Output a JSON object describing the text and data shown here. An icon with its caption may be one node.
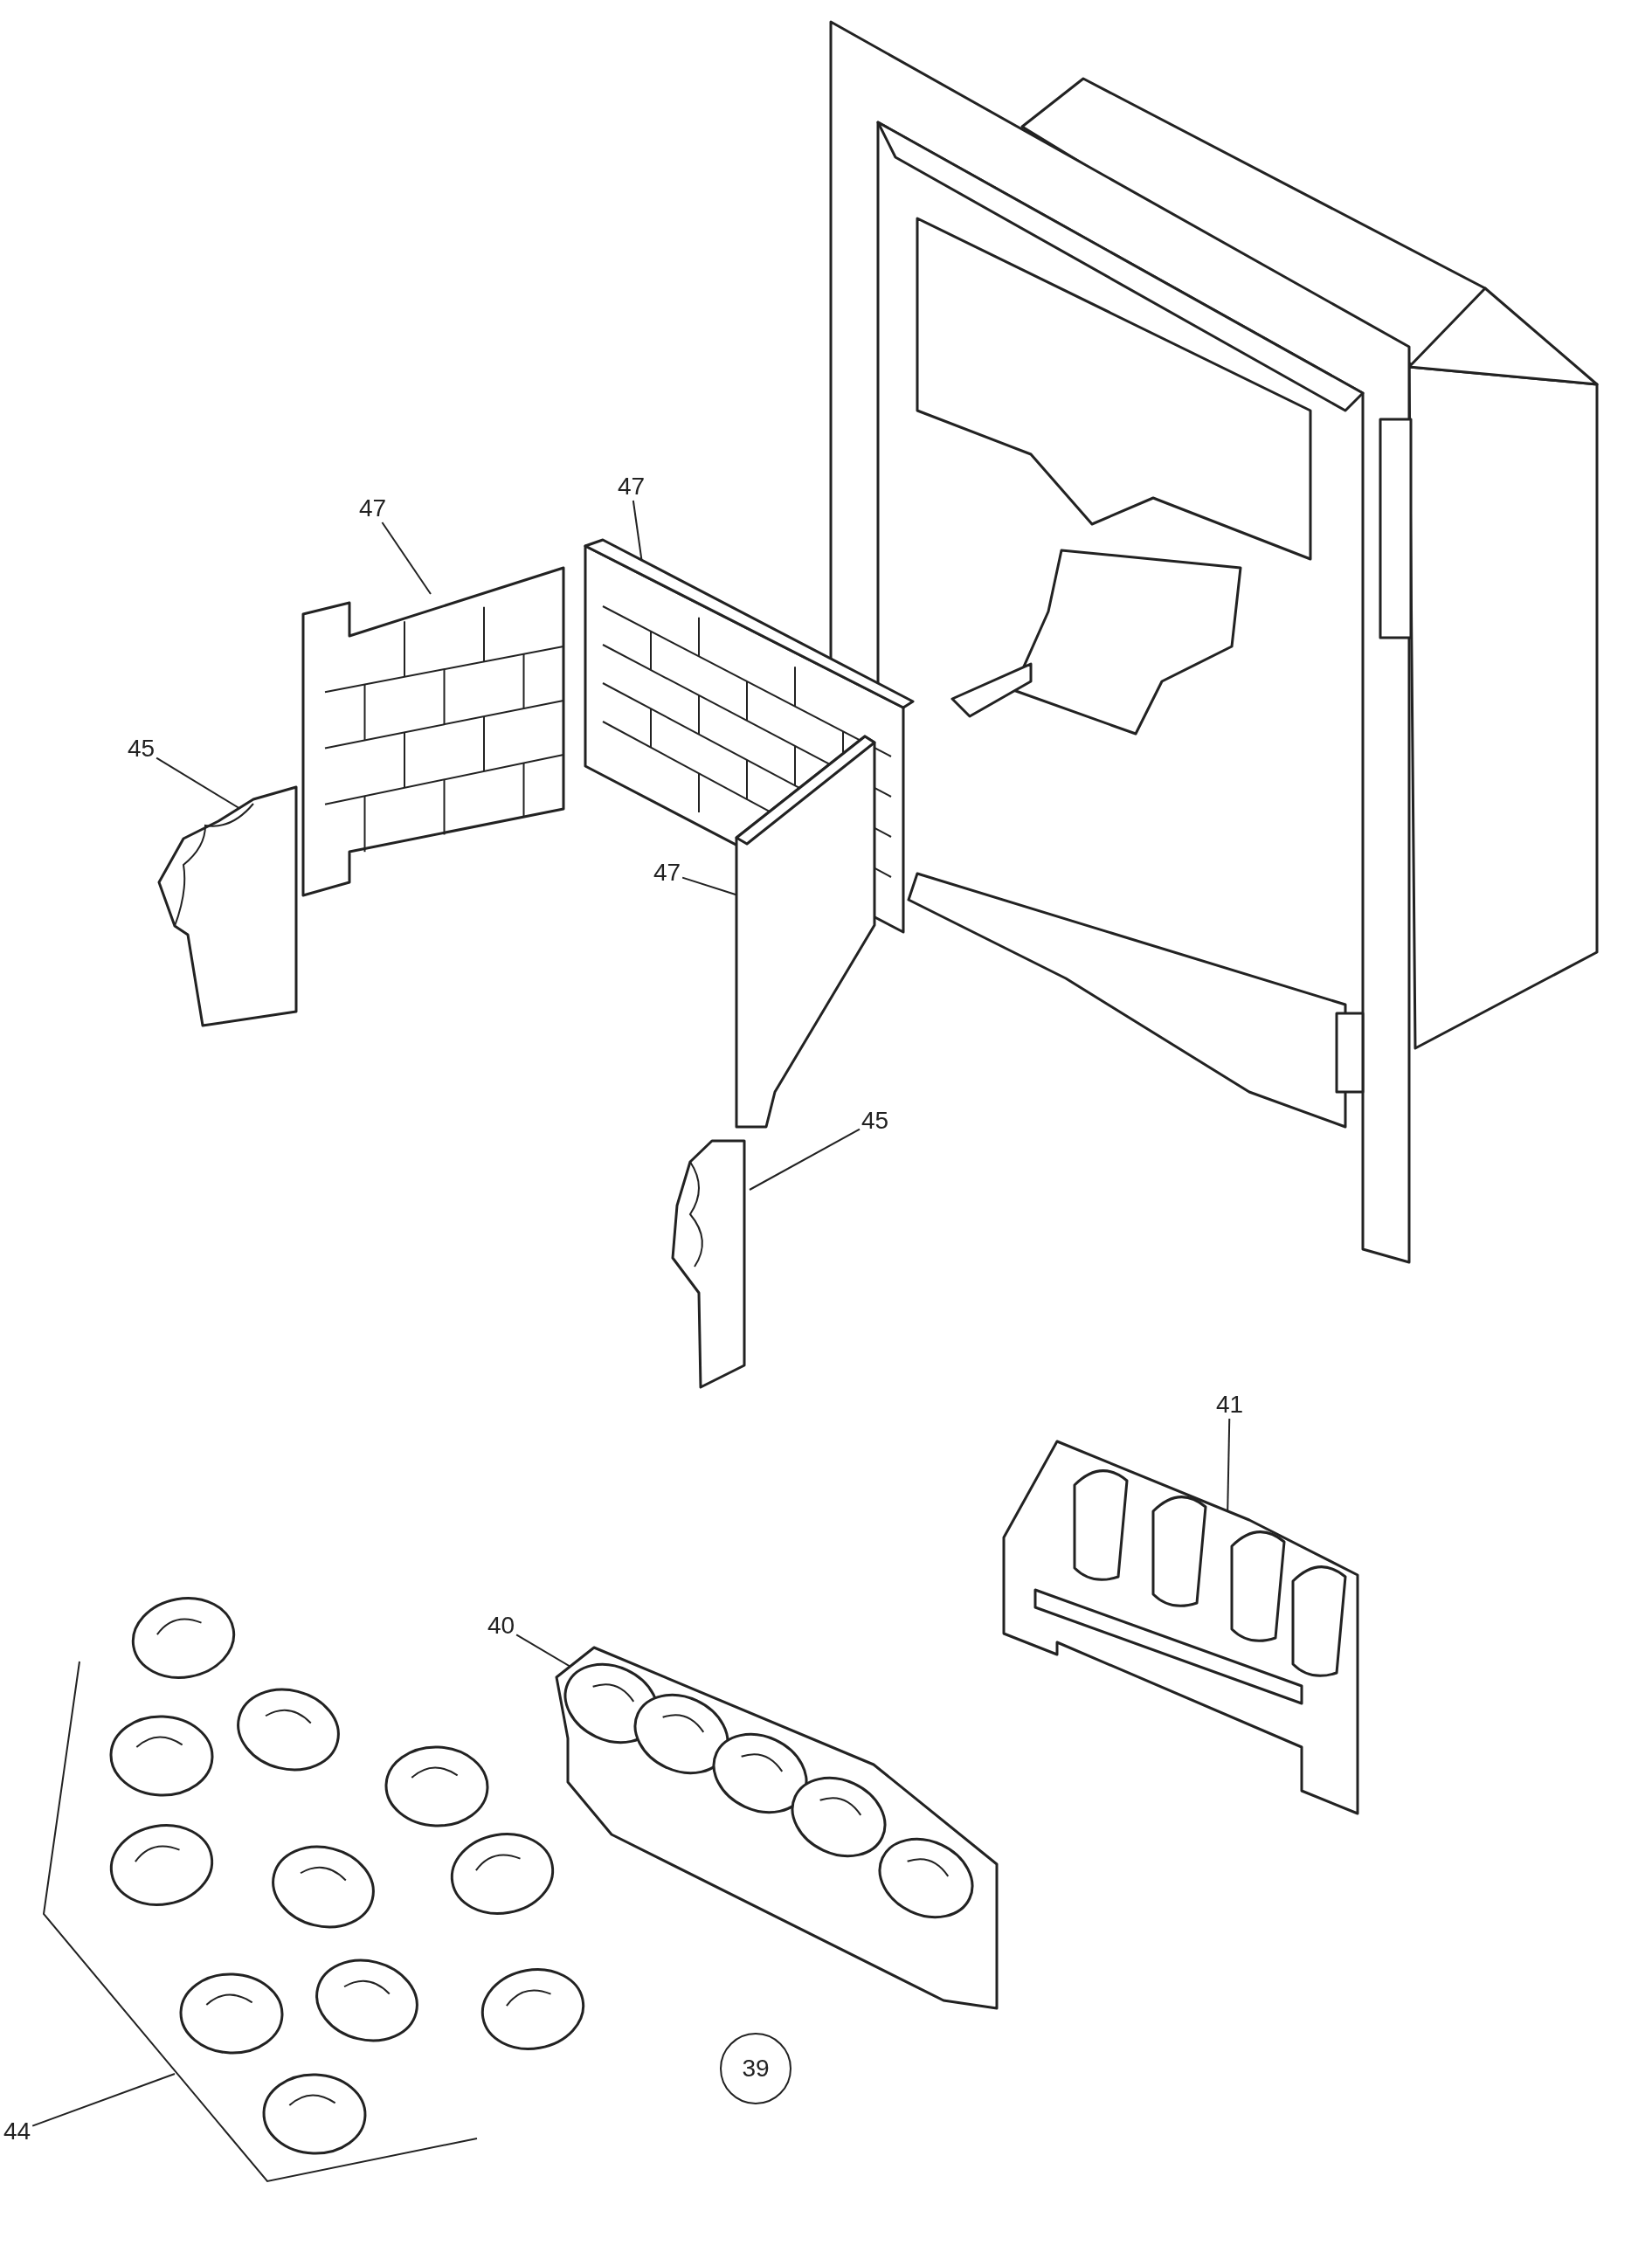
{
  "diagram": {
    "nodes": [
      {
        "text": [
          "47"
        ]
      },
      {
        "text": [],
        "shape": "picture"
      },
      {
        "text": [
          "47"
        ]
      },
      {
        "text": [],
        "shape": "picture"
      },
      {
        "text": [
          "47"
        ]
      },
      {
        "text": [],
        "shape": "picture"
      },
      {
        "text": [
          "45"
        ]
      },
      {
        "text": [],
        "shape": "picture"
      },
      {
        "text": [
          "45"
        ]
      },
      {
        "text": [],
        "shape": "picture"
      },
      {
        "text": [
          "41"
        ]
      },
      {
        "text": [],
        "shape": "picture"
      },
      {
        "text": [
          "40"
        ]
      },
      {
        "text": [],
        "shape": "picture"
      },
      {
        "text": [
          "44"
        ]
      },
      {
        "text": [],
        "shape": "picture"
      },
      {
        "text": [
          "39"
        ]
      }
    ],
    "edges": [
      {
        "from": 0,
        "to": 1,
        "arrow": "none"
      },
      {
        "from": 2,
        "to": 3,
        "arrow": "none"
      },
      {
        "from": 4,
        "to": 5,
        "arrow": "none"
      },
      {
        "from": 6,
        "to": 7,
        "arrow": "none"
      },
      {
        "from": 8,
        "to": 9,
        "arrow": "none"
      },
      {
        "from": 10,
        "to": 11,
        "arrow": "none"
      },
      {
        "from": 12,
        "to": 13,
        "arrow": "none"
      },
      {
        "from": 14,
        "to": 15,
        "arrow": "none"
      }
    ]
  }
}
